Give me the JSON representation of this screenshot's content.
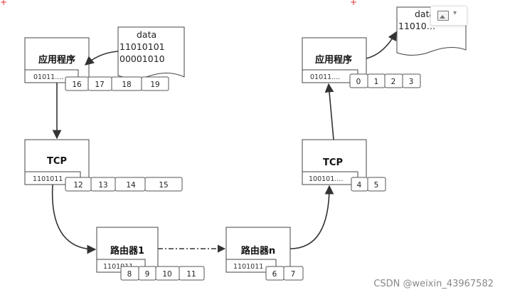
{
  "nodes": {
    "app_left": {
      "title": "应用程序",
      "bits": "01011...."
    },
    "tcp_left": {
      "title": "TCP",
      "bits": "1101011"
    },
    "router1": {
      "title": "路由器1",
      "bits": "1101011"
    },
    "routern": {
      "title": "路由器n",
      "bits": "1101011"
    },
    "tcp_right": {
      "title": "TCP",
      "bits": "100101...."
    },
    "app_right": {
      "title": "应用程序",
      "bits": "01011...."
    }
  },
  "cells": {
    "app_left": [
      "16",
      "17",
      "18",
      "19"
    ],
    "tcp_left": [
      "12",
      "13",
      "14",
      "15"
    ],
    "router1": [
      "8",
      "9",
      "10",
      "11"
    ],
    "routern": [
      "6",
      "7"
    ],
    "tcp_right": [
      "4",
      "5"
    ],
    "app_right": [
      "0",
      "1",
      "2",
      "3"
    ]
  },
  "doc_left": {
    "lines": [
      "data",
      "11010101",
      "00001010"
    ]
  },
  "doc_right": {
    "lines": [
      "data",
      "11010…"
    ]
  },
  "watermark": "CSDN @weixin_43967582",
  "toolbar": {
    "image_icon": "image-icon",
    "menu_icon": "chevron-down-icon"
  }
}
